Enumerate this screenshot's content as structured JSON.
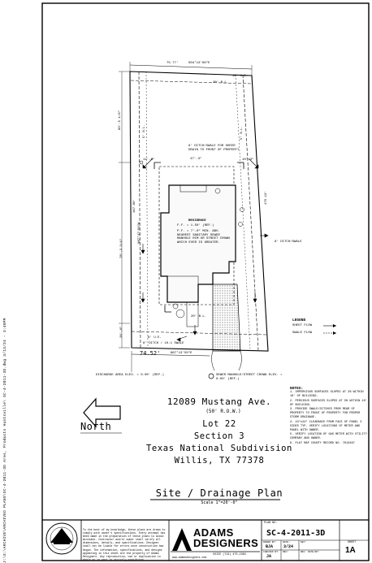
{
  "file_path": "J:\\S:\\ARCHIVE\\ARCHIVED PLANS\\SC-4-2011-3D Ares, Products Huntsville\\ SC-4-2011-3D.dwg 3/13/24 - 3:48PM",
  "site": {
    "dims": {
      "top_overall": "75.77'",
      "top_bearing": "S04°13'06\"E",
      "ue_right": "16' U.E.",
      "setback_front_top": "20' B.L.",
      "left_side": "80'-5 1/8\"",
      "bl_left": "5' B.L.",
      "bl_right": "5' B.L.",
      "width_top_house": "47'-3\"",
      "left_setback_mid": "11'-0\"",
      "right_setback_mid": "10'-3\"",
      "left_depth": "167.80'",
      "left_bearing": "N87°47'00\"W",
      "right_depth": "170.13'",
      "mid_depth": "78'-3 3/4\"",
      "bottom_left_dim": "26'-0\"",
      "front_bl": "20' B.L.",
      "bottom_width": "74.52'",
      "bottom_bearing": "N07°13'50\"E",
      "ue_left": "8' U.E."
    },
    "labels": {
      "ditch_top": "6' DITCH/SWALE FOR SHEER DRAIN TO FRONT OF PROPERTY",
      "residence": "RESIDENCE",
      "ff": "F.F. = 1.50' (REF.)",
      "pf_note": "P.F. = 7'-0\" MIN. ABV. NEAREST SANITARY SEWER MANHOLE RIM OR STREET CROWN WHICH EVER IS GREATER.",
      "ditch_right": "6' DITCH/SWALE",
      "discharge": "DISCHARGE AREA ELEV. = 0.00' (REF.)",
      "manhole": "SEWER MANHOLE/STREET CROWN ELEV. = 0.00' (REF.)",
      "ditch_bottom": "6' DITCH / 10-1 SWALE"
    }
  },
  "legend": {
    "title": "LEGEND",
    "items": [
      {
        "label": "SHEET FLOW"
      },
      {
        "label": "SWALE FLOW"
      }
    ]
  },
  "notes": {
    "title": "NOTES:",
    "items": [
      "1. IMPERVIOUS SURFACES SLOPED AT 2% WITHIN 10' OF BUILDING.",
      "2. PERVIOUS SURFACES SLOPED AT 5% WITHIN 10' OF BUILDING.",
      "3. PROVIDE SWALE/DITCHES FROM REAR OF PROPERTY TO FRONT OF PROPERTY FOR PROPER STORM DRAINAGE.",
      "4. 24\"x24\" CLEARANCE FROM FACE OF PANEL 3 SIDES TYP. VERIFY LOCATIONS OF METER AND PANEL WITH OWNER.",
      "5. VERIFY LOCATION OF GAS METER WITH UTILITY COMPANY AND OWNER.",
      "6. PLAT MAP COUNTY RECORD NO. 7013497"
    ]
  },
  "address": {
    "street": "12089 Mustang Ave.",
    "row": "(50' R.O.W.)",
    "lot": "Lot 22",
    "section": "Section 3",
    "subdivision": "Texas National Subdivision",
    "city": "Willis, TX 77378"
  },
  "north_label": "North",
  "title": {
    "main": "Site / Drainage Plan",
    "scale": "Scale 1\"=20'-0\""
  },
  "title_block": {
    "disclaimer": "To the best of my knowledge, these plans are drawn to comply with owner's specifications. Every attempt has been made in the preparation of these plans to avoid mistakes. Contractor and/or owner shall verify all dimensions, details, and specifications. Designer shall not be liable for errors once construction has begun. The information, specifications, and designs appearing in this sheet are the property of Adams Designers. Any reproduction, use or duplication in whole or in part is strictly prohibited.",
    "company_line1": "ADAMS",
    "company_line2": "DESIGNERS",
    "phone": "VOICE (713) 475-2383",
    "web": "www.adamsdesigners.com",
    "plan_no_label": "PLAN NO:",
    "plan_no": "SC-4-2011-3D",
    "drawn_by_label": "DRAWN BY:",
    "drawn_by": "BJA",
    "date_label": "DATE:",
    "date": "3/24",
    "set_label": "SET:",
    "checked_label": "CHECKED BY:",
    "checked": "JA",
    "rev_label": "REV:",
    "rev_date_label": "REV. DATE/BY:",
    "sheet_label": "SHEET",
    "sheet_no": "1A"
  }
}
